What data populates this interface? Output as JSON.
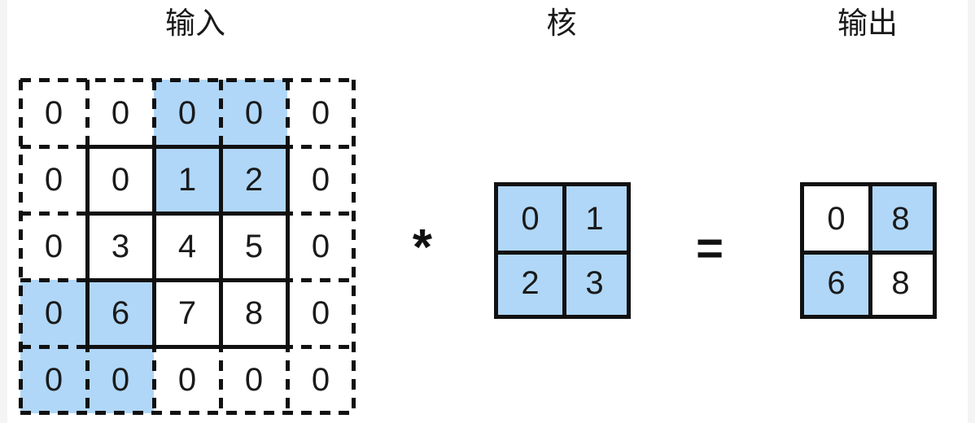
{
  "figure": {
    "kind": "convolution-with-padding",
    "operators": {
      "convolve": "*",
      "equals": "="
    },
    "colors": {
      "highlight_blue": "#b0d7f8",
      "stroke": "#111111",
      "background": "#ffffff",
      "text": "#1a1a1a"
    }
  },
  "panels": {
    "input": {
      "title": "输入",
      "rows": 5,
      "cols": 5,
      "values": [
        [
          "0",
          "0",
          "0",
          "0",
          "0"
        ],
        [
          "0",
          "0",
          "1",
          "2",
          "0"
        ],
        [
          "0",
          "3",
          "4",
          "5",
          "0"
        ],
        [
          "0",
          "6",
          "7",
          "8",
          "0"
        ],
        [
          "0",
          "0",
          "0",
          "0",
          "0"
        ]
      ],
      "highlighted": [
        [
          0,
          2
        ],
        [
          0,
          3
        ],
        [
          1,
          2
        ],
        [
          1,
          3
        ],
        [
          3,
          0
        ],
        [
          3,
          1
        ],
        [
          4,
          0
        ],
        [
          4,
          1
        ]
      ],
      "inner_region": {
        "row_start": 1,
        "row_end": 3,
        "col_start": 1,
        "col_end": 3
      }
    },
    "kernel": {
      "title": "核",
      "rows": 2,
      "cols": 2,
      "values": [
        [
          "0",
          "1"
        ],
        [
          "2",
          "3"
        ]
      ],
      "highlighted": [
        [
          0,
          0
        ],
        [
          0,
          1
        ],
        [
          1,
          0
        ],
        [
          1,
          1
        ]
      ]
    },
    "output": {
      "title": "输出",
      "rows": 2,
      "cols": 2,
      "values": [
        [
          "0",
          "8"
        ],
        [
          "6",
          "8"
        ]
      ],
      "highlighted": [
        [
          0,
          1
        ],
        [
          1,
          0
        ]
      ]
    }
  },
  "chart_data": {
    "type": "table",
    "title": "输入 * 核 = 输出",
    "matrices": [
      {
        "name": "输入",
        "shape": [
          5,
          5
        ],
        "values": [
          [
            0,
            0,
            0,
            0,
            0
          ],
          [
            0,
            0,
            1,
            2,
            0
          ],
          [
            0,
            3,
            4,
            5,
            0
          ],
          [
            0,
            6,
            7,
            8,
            0
          ],
          [
            0,
            0,
            0,
            0,
            0
          ]
        ],
        "note": "3x3 source matrix [[0,1,2],[3,4,5],[6,7,8]] with one ring of zero padding"
      },
      {
        "name": "核",
        "shape": [
          2,
          2
        ],
        "values": [
          [
            0,
            1
          ],
          [
            2,
            3
          ]
        ]
      },
      {
        "name": "输出",
        "shape": [
          2,
          2
        ],
        "values": [
          [
            0,
            8
          ],
          [
            6,
            8
          ]
        ]
      }
    ],
    "highlight_patches": [
      {
        "matrix": "输入",
        "rows": [
          0,
          1
        ],
        "cols": [
          2,
          3
        ],
        "values": [
          [
            0,
            0
          ],
          [
            1,
            2
          ]
        ],
        "contributes_to": {
          "matrix": "输出",
          "row": 0,
          "col": 1,
          "value": 8
        }
      },
      {
        "matrix": "输入",
        "rows": [
          3,
          4
        ],
        "cols": [
          0,
          1
        ],
        "values": [
          [
            0,
            6
          ],
          [
            0,
            0
          ]
        ],
        "contributes_to": {
          "matrix": "输出",
          "row": 1,
          "col": 0,
          "value": 6
        }
      }
    ]
  }
}
